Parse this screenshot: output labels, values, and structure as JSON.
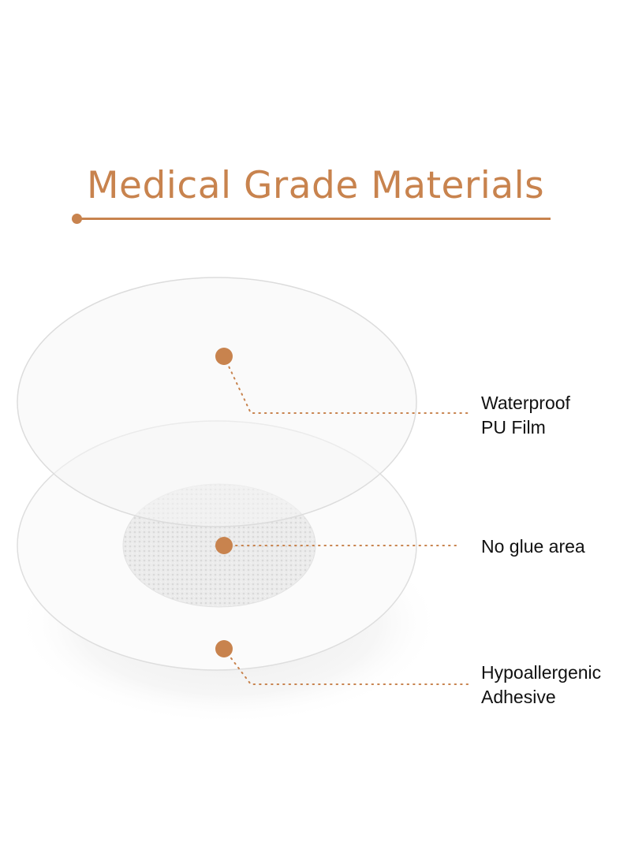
{
  "title": {
    "text": "Medical Grade Materials"
  },
  "labels": {
    "film": {
      "line1": "Waterproof",
      "line2": "PU Film"
    },
    "no_glue": {
      "line1": "No glue area"
    },
    "adhesive": {
      "line1": "Hypoallergenic",
      "line2": "Adhesive"
    }
  },
  "colors": {
    "accent": "#C8834E",
    "text": "#111111",
    "background": "#FFFFFF",
    "film_edge": "#E2E2E2",
    "mesh": "#EEEEEE"
  }
}
